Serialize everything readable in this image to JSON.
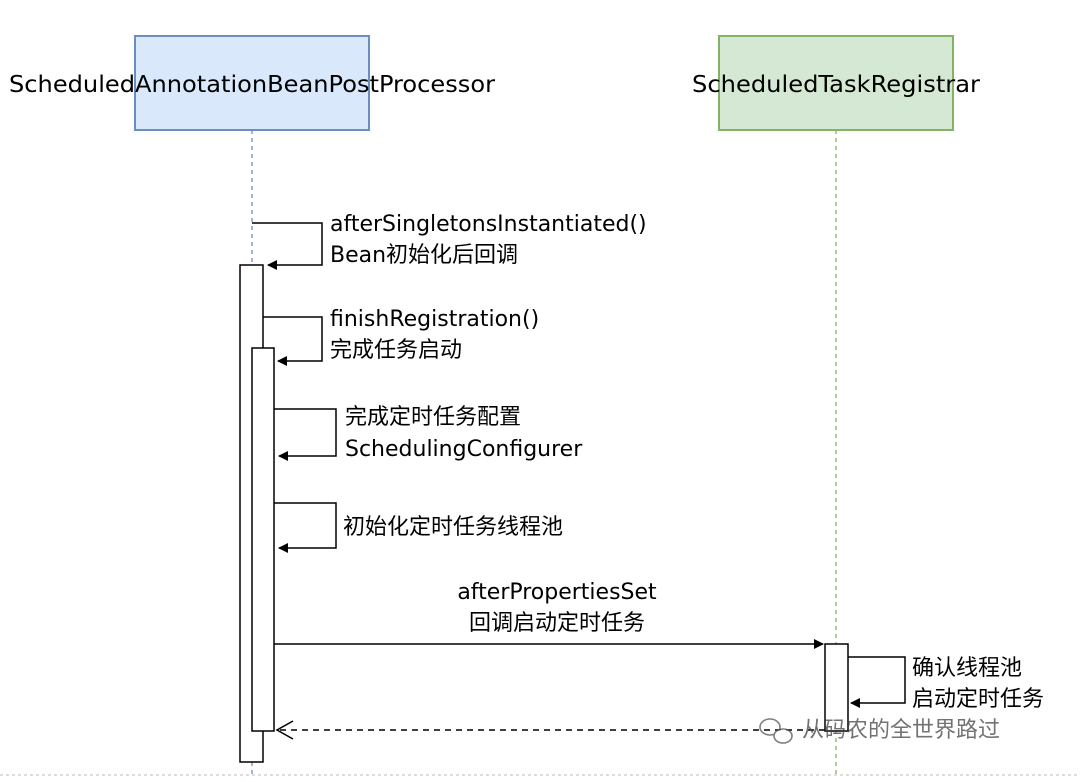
{
  "participants": {
    "left": {
      "name": "ScheduledAnnotationBeanPostProcessor",
      "fill": "#dae8fc",
      "stroke": "#6c8ebf"
    },
    "right": {
      "name": "ScheduledTaskRegistrar",
      "fill": "#d5e8d4",
      "stroke": "#82b366"
    }
  },
  "messages": {
    "m1": {
      "line1": "afterSingletonsInstantiated()",
      "line2": "Bean初始化后回调"
    },
    "m2": {
      "line1": "finishRegistration()",
      "line2": "完成任务启动"
    },
    "m3": {
      "line1": "完成定时任务配置",
      "line2": "SchedulingConfigurer"
    },
    "m4": {
      "line1": "初始化定时任务线程池"
    },
    "m5": {
      "line1": "afterPropertiesSet",
      "line2": "回调启动定时任务"
    },
    "m6": {
      "line1": "确认线程池",
      "line2": "启动定时任务"
    }
  },
  "watermark": {
    "text": "从码农的全世界路过"
  }
}
